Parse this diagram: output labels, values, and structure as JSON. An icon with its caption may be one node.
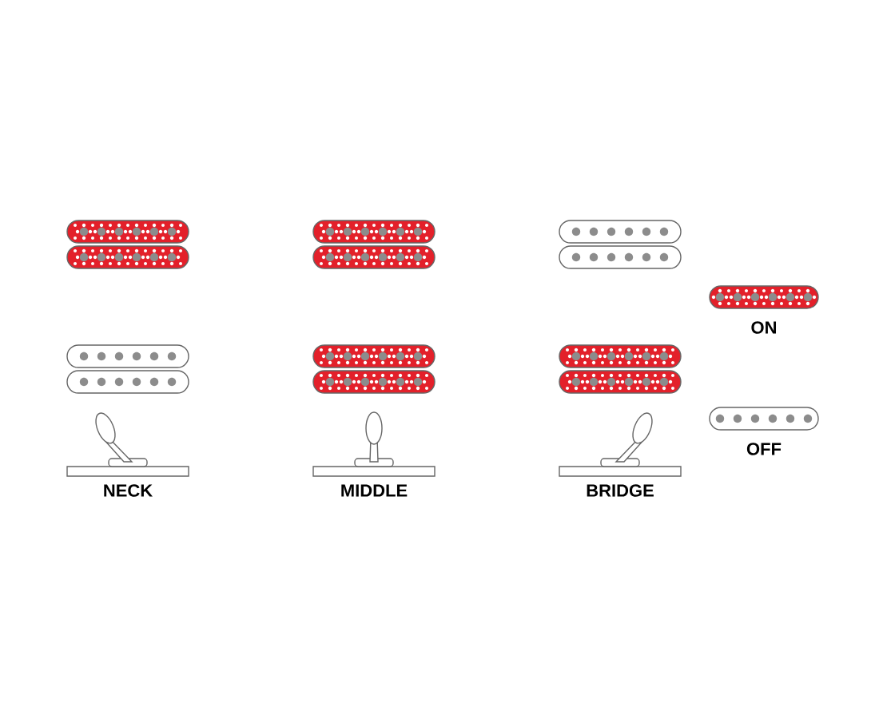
{
  "diagram": {
    "labels": [
      "NECK",
      "MIDDLE",
      "BRIDGE"
    ],
    "legend": [
      {
        "text": "ON",
        "color": "#e3202a"
      },
      {
        "text": "OFF"
      }
    ]
  }
}
